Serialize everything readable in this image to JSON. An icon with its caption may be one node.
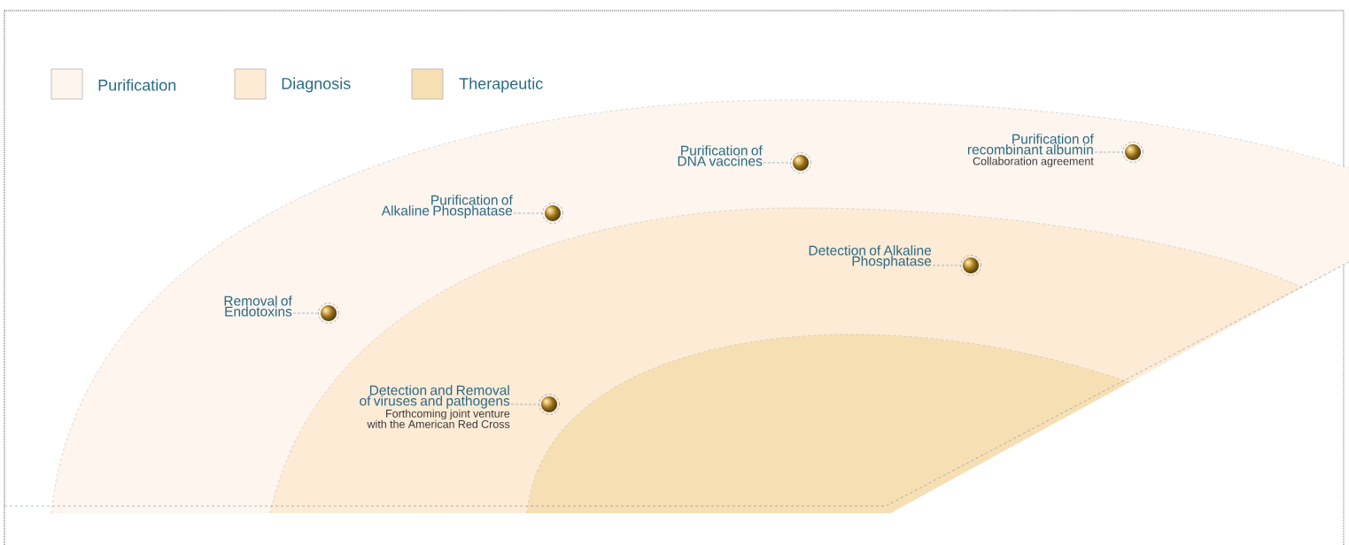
{
  "diagram": {
    "nodes": [
      {
        "text": [
          "Purification of recombinant albumin",
          "Collaboration agreement"
        ]
      },
      {
        "text": [],
        "shape": "circle"
      },
      {
        "text": [
          "Purification of DNA vaccines"
        ]
      },
      {
        "text": [],
        "shape": "circle"
      },
      {
        "text": [
          "Purification of Alkaline Phosphatase"
        ]
      },
      {
        "text": [],
        "shape": "circle"
      },
      {
        "text": [
          "Detection of Alkaline Phosphatase"
        ]
      },
      {
        "text": [],
        "shape": "circle"
      },
      {
        "text": [
          "Removal of Endotoxins"
        ]
      },
      {
        "text": [],
        "shape": "circle"
      },
      {
        "text": [
          "Detection and Removal of viruses and pathogens",
          "Forthcoming joint venture with the American Red Cross"
        ]
      },
      {
        "text": [],
        "shape": "circle"
      }
    ],
    "edges": [
      {
        "from": 0,
        "to": 1,
        "arrow": "none"
      },
      {
        "from": 2,
        "to": 3,
        "arrow": "none"
      },
      {
        "from": 4,
        "to": 5,
        "arrow": "none"
      },
      {
        "from": 6,
        "to": 7,
        "arrow": "none"
      },
      {
        "from": 8,
        "to": 9,
        "arrow": "none"
      },
      {
        "from": 10,
        "to": 11,
        "arrow": "none"
      }
    ],
    "legend": [
      {
        "text": "Purification",
        "color": "#fdf5ee"
      },
      {
        "text": "Diagnosis",
        "color": "#fdebd6"
      },
      {
        "text": "Therapeutic",
        "color": "#f7dfb4"
      }
    ]
  }
}
